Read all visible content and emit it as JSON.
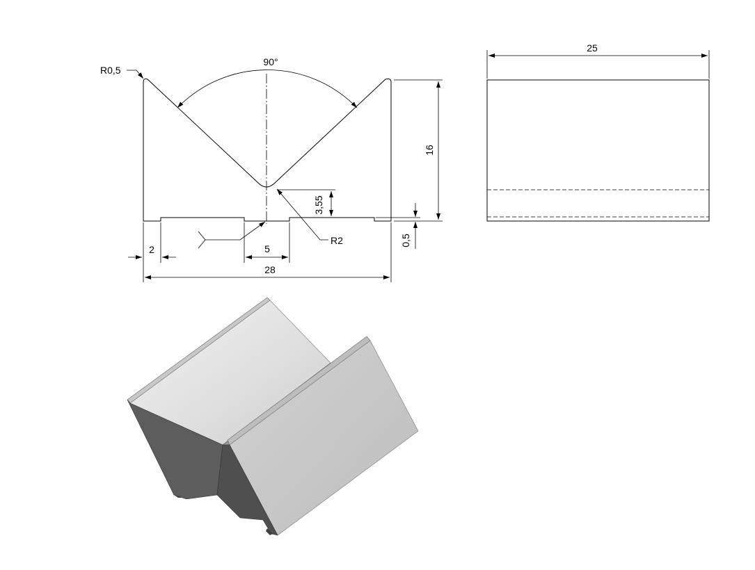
{
  "dimensions": {
    "radius_small": "R0,5",
    "angle": "90°",
    "overall_height": "16",
    "groove_depth": "3,55",
    "radius_bottom": "R2",
    "foot_offset": "0,5",
    "edge_width": "2",
    "slot_width": "5",
    "overall_width": "28",
    "length": "25"
  },
  "colors": {
    "line": "#000000",
    "iso_light": "#eeeeee",
    "iso_mid": "#c4c4c4",
    "iso_dark": "#5a5a5a"
  }
}
